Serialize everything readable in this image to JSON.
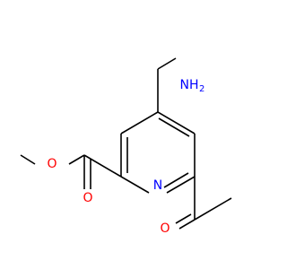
{
  "molecule": {
    "atoms": {
      "ring_n": "N",
      "amine_n": "NH",
      "amine_sub": "2",
      "ester_o_single": "O",
      "ester_o_double": "O",
      "ketone_o": "O"
    },
    "colors": {
      "bond": "#000000",
      "nitrogen": "#0000ff",
      "oxygen": "#ff0000"
    }
  }
}
